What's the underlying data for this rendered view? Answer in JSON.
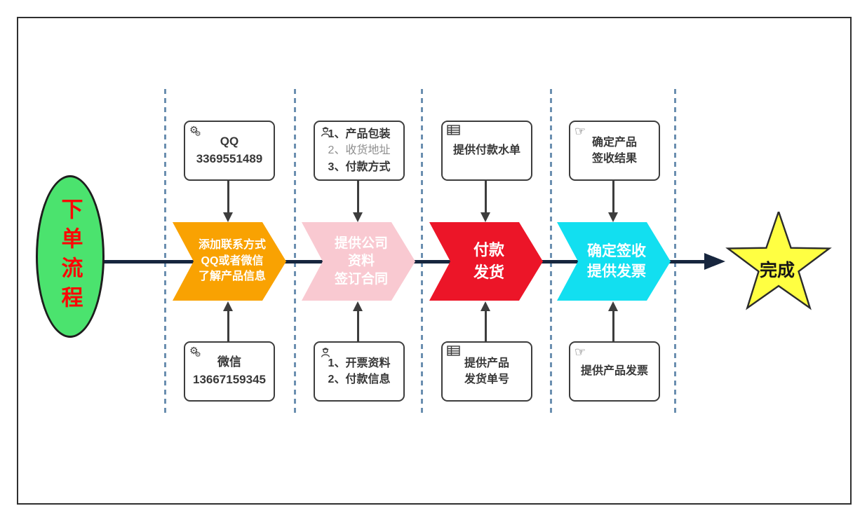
{
  "start": {
    "label": "下单流程"
  },
  "finish": {
    "label": "完成"
  },
  "stages": [
    {
      "name": "add-contact",
      "arrow_color": "#F9A202",
      "arrow": [
        "添加联系方式",
        "QQ或者微信",
        "了解产品信息"
      ],
      "top_box": {
        "icon": "gears-icon",
        "lines": [
          "QQ",
          "3369551489"
        ]
      },
      "bottom_box": {
        "icon": "gears-icon",
        "lines": [
          "微信",
          "13667159345"
        ]
      }
    },
    {
      "name": "company-info-contract",
      "arrow_color": "#F9C9D1",
      "arrow": [
        "提供公司",
        "资料",
        "签订合同"
      ],
      "top_box": {
        "icon": "engineer-icon",
        "lines": [
          "1、产品包装",
          "2、收货地址",
          "3、付款方式"
        ]
      },
      "bottom_box": {
        "icon": "engineer-icon",
        "lines": [
          "1、开票资料",
          "2、付款信息"
        ]
      }
    },
    {
      "name": "pay-ship",
      "arrow_color": "#EC1528",
      "arrow": [
        "付款",
        "发货"
      ],
      "top_box": {
        "icon": "table-icon",
        "lines": [
          "提供付款水单"
        ]
      },
      "bottom_box": {
        "icon": "table-icon",
        "lines": [
          "提供产品",
          "发货单号"
        ]
      }
    },
    {
      "name": "receipt-invoice",
      "arrow_color": "#12DFF0",
      "arrow": [
        "确定签收",
        "提供发票"
      ],
      "top_box": {
        "icon": "hand-icon",
        "lines": [
          "确定产品",
          "签收结果"
        ]
      },
      "bottom_box": {
        "icon": "hand-icon",
        "lines": [
          "提供产品发票"
        ]
      }
    }
  ],
  "icons": {
    "gears": "⚙",
    "hand": "☞"
  },
  "colors": {
    "start_fill": "#4BE36E",
    "start_text": "#FE0505",
    "main_line": "#17263E",
    "divider_dash": "#6B8FB0",
    "star_fill": "#FFFF42",
    "box_border": "#3D3D3D",
    "box_text": "#383838",
    "muted_text": "#8F8F8F",
    "chevron_text": "#FFFFFF"
  }
}
